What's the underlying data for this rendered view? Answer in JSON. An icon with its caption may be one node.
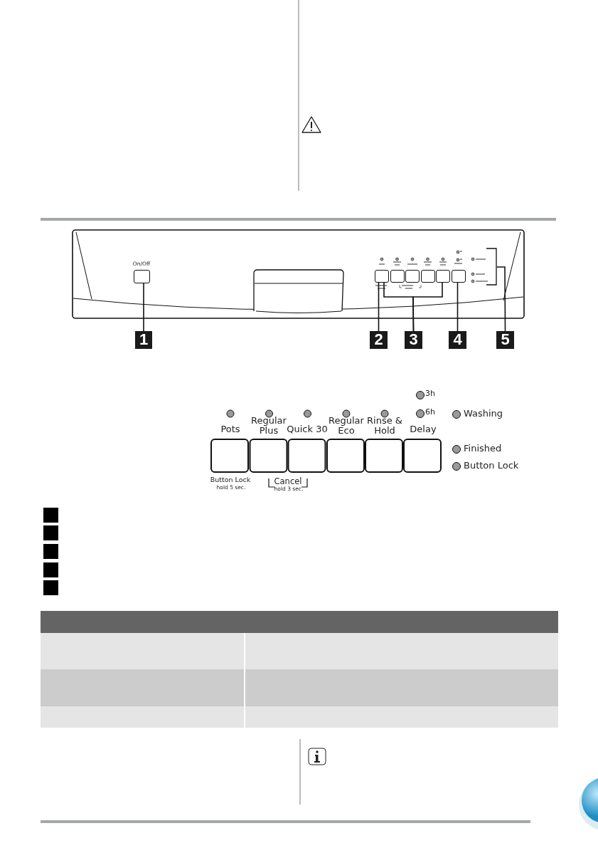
{
  "diagram": {
    "nodes": [
      {
        "text": [],
        "shape": "box"
      },
      {
        "text": [],
        "shape": "box"
      },
      {
        "text": [],
        "shape": "box"
      },
      {
        "text": [],
        "shape": "box"
      },
      {
        "text": [],
        "shape": "box"
      },
      {
        "text": [],
        "shape": "box"
      },
      {
        "text": [],
        "shape": "box"
      },
      {
        "text": [
          "1"
        ]
      },
      {
        "text": [
          "2"
        ]
      },
      {
        "text": [
          "3"
        ]
      },
      {
        "text": [
          "4"
        ]
      },
      {
        "text": [
          "5"
        ]
      }
    ],
    "edges": [
      {
        "from": 7,
        "to": 0,
        "arrow": "none"
      },
      {
        "from": 8,
        "to": 1,
        "arrow": "none"
      },
      {
        "from": 9,
        "to": 1,
        "arrow": "none"
      },
      {
        "from": 9,
        "to": 5,
        "arrow": "none"
      },
      {
        "from": 10,
        "to": 6,
        "arrow": "none"
      },
      {
        "from": 11,
        "to": null,
        "arrow": "none"
      }
    ],
    "labels": [
      "On/Off",
      "3h",
      "6h",
      "Pots",
      "Regular Plus",
      "Quick 30",
      "Regular Eco",
      "Rinse & Hold",
      "Delay",
      "Washing",
      "Finished",
      "Button Lock",
      "Button Lock",
      "hold 5 sec.",
      "Cancel",
      "hold 3 sec."
    ]
  }
}
